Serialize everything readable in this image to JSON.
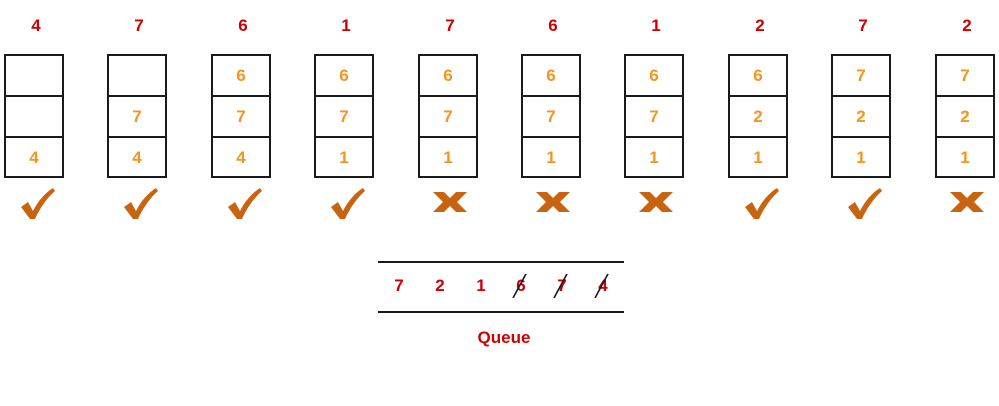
{
  "columns": [
    {
      "ref": "4",
      "frames": [
        "",
        "",
        "4"
      ],
      "result": "hit"
    },
    {
      "ref": "7",
      "frames": [
        "",
        "7",
        "4"
      ],
      "result": "hit"
    },
    {
      "ref": "6",
      "frames": [
        "6",
        "7",
        "4"
      ],
      "result": "hit"
    },
    {
      "ref": "1",
      "frames": [
        "6",
        "7",
        "1"
      ],
      "result": "hit"
    },
    {
      "ref": "7",
      "frames": [
        "6",
        "7",
        "1"
      ],
      "result": "miss"
    },
    {
      "ref": "6",
      "frames": [
        "6",
        "7",
        "1"
      ],
      "result": "miss"
    },
    {
      "ref": "1",
      "frames": [
        "6",
        "7",
        "1"
      ],
      "result": "miss"
    },
    {
      "ref": "2",
      "frames": [
        "6",
        "2",
        "1"
      ],
      "result": "hit"
    },
    {
      "ref": "7",
      "frames": [
        "7",
        "2",
        "1"
      ],
      "result": "hit"
    },
    {
      "ref": "2",
      "frames": [
        "7",
        "2",
        "1"
      ],
      "result": "miss"
    }
  ],
  "queue": {
    "items": [
      {
        "value": "7",
        "struck": false
      },
      {
        "value": "2",
        "struck": false
      },
      {
        "value": "1",
        "struck": false
      },
      {
        "value": "6",
        "struck": true
      },
      {
        "value": "7",
        "struck": true
      },
      {
        "value": "4",
        "struck": true
      }
    ],
    "label": "Queue"
  },
  "colors": {
    "ref_text": "#cc0000",
    "frame_text": "#f7941d",
    "mark": "#c8640f",
    "line": "#1a1a1a"
  }
}
